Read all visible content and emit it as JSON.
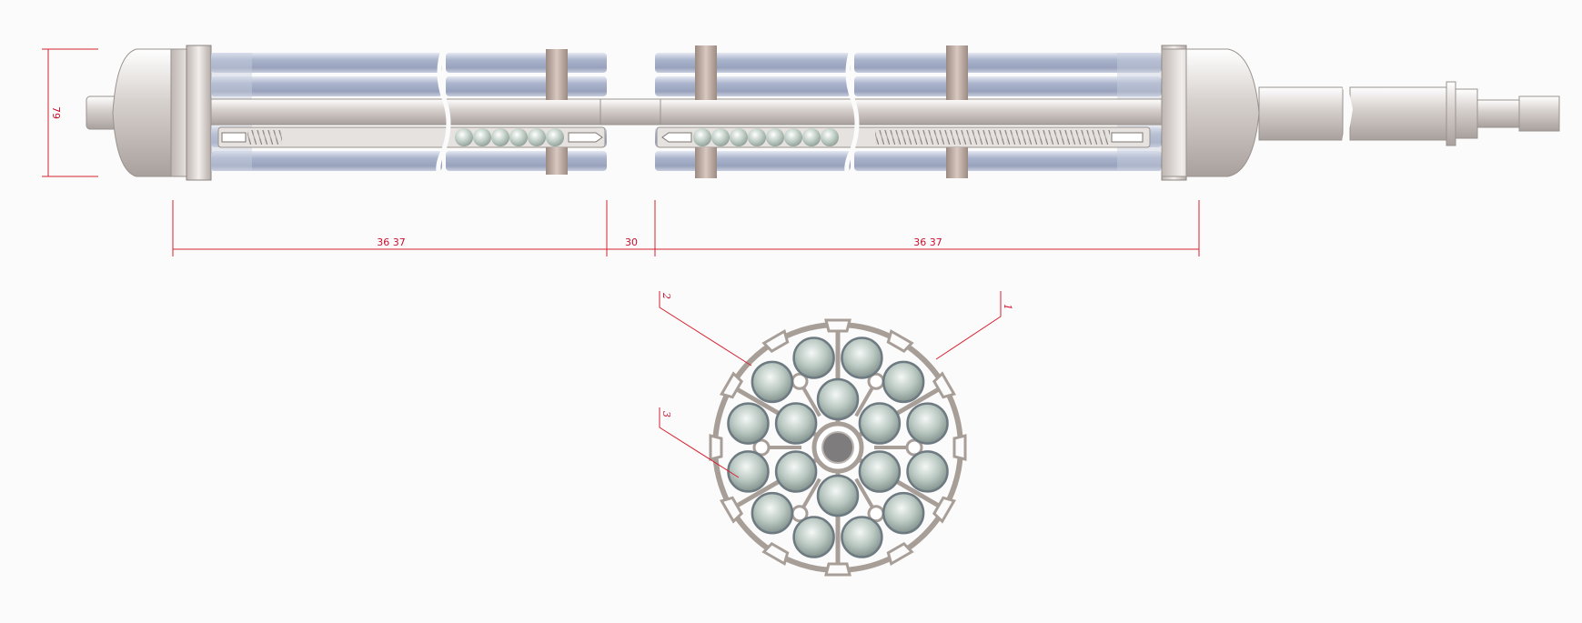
{
  "dimensions": {
    "height_left": "79",
    "length_section_1": "36 37",
    "gap": "30",
    "length_section_2": "36 37"
  },
  "callouts": [
    {
      "number": "1"
    },
    {
      "number": "2"
    },
    {
      "number": "3"
    }
  ],
  "colors": {
    "dimension_line": "#d6202f",
    "fuel_rod": "#a8b2c8",
    "structure_metal": "#c8c0bc",
    "spacer_grid": "#a89890",
    "fuel_pellet": "#c8d4cc",
    "cross_section_frame": "#a09690"
  },
  "cross_section": {
    "rod_count": 18,
    "rings": [
      6,
      12
    ]
  }
}
